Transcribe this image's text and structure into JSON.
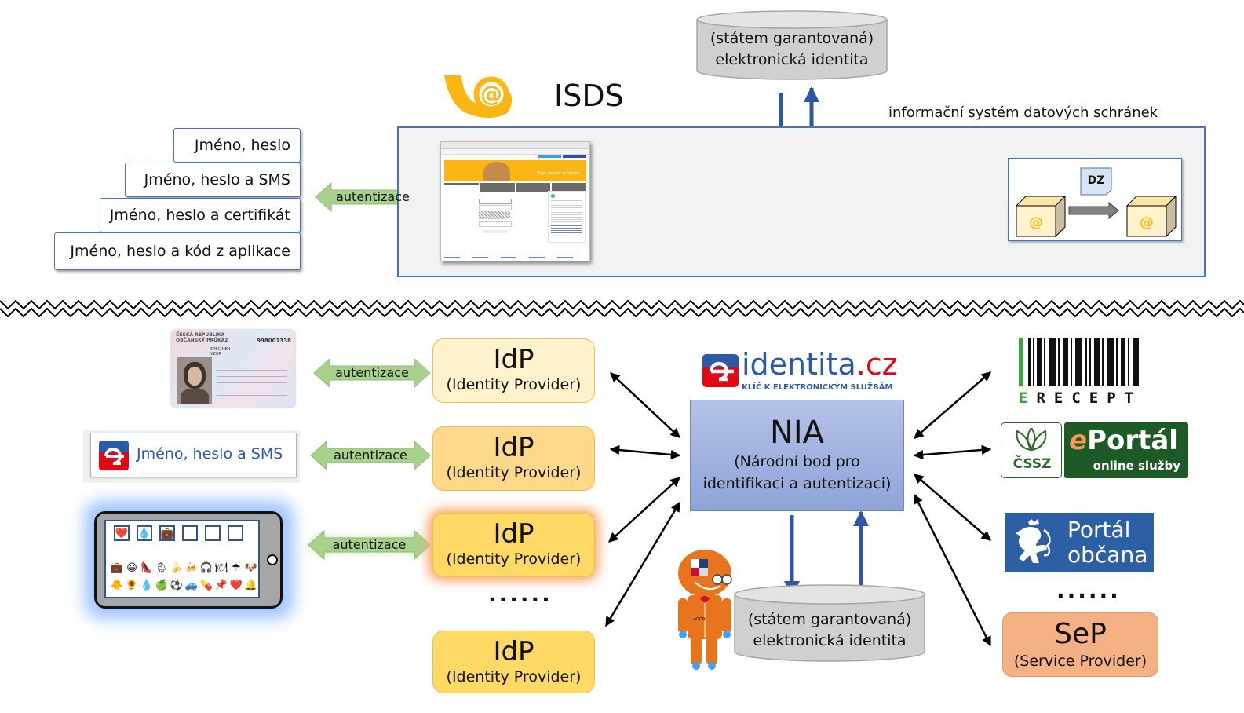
{
  "top": {
    "identity_db": {
      "line1": "(státem garantovaná)",
      "line2": "elektronická identita"
    },
    "isds": {
      "title": "ISDS",
      "label": "informační systém datových schránek",
      "message_label": "DZ",
      "screenshot": {
        "banner_text": "Moje datová schránka",
        "tabs": [
          "Přihlášení jménem a heslem",
          "Přihlášení certifikátem",
          "Přihlášení pomocí SMS",
          "Přihlášení bezpečnostním kódem"
        ],
        "captcha": "0611",
        "login_button": "Přihlásit se"
      }
    },
    "auth_methods": [
      "Jméno, heslo",
      "Jméno, heslo a SMS",
      "Jméno, heslo a certifikát",
      "Jméno, heslo a kód z aplikace"
    ],
    "auth_arrow_label": "autentizace"
  },
  "bottom": {
    "id_card": {
      "line1": "ČESKÁ REPUBLIKA",
      "line2": "OBČANSKÝ PRŮKAZ",
      "number": "998001338",
      "surname": "SPECIMEN",
      "given": "VZOR"
    },
    "eidentita_button": "Jméno, heslo a SMS",
    "auth_arrow_label": "autentizace",
    "idps": [
      {
        "title": "IdP",
        "subtitle": "(Identity Provider)",
        "color": "#fff2cc"
      },
      {
        "title": "IdP",
        "subtitle": "(Identity Provider)",
        "color": "#ffd98a"
      },
      {
        "title": "IdP",
        "subtitle": "(Identity Provider)",
        "color": "#ffd966"
      },
      {
        "title": "IdP",
        "subtitle": "(Identity Provider)",
        "color": "#ffd966"
      }
    ],
    "idp_ellipsis": "......",
    "eidentita_logo": {
      "brand": "identita",
      "tld": ".cz",
      "tagline": "KLÍČ K ELEKTRONICKÝM SLUŽBÁM"
    },
    "nia": {
      "title": "NIA",
      "line1": "(Národní bod pro",
      "line2": "identifikaci a autentizaci)"
    },
    "identity_db": {
      "line1": "(státem garantovaná)",
      "line2": "elektronická identita"
    },
    "services": {
      "erecept": "ERECEPT",
      "cssz": {
        "abbr": "ČSSZ",
        "portal": "Portál",
        "portal_e": "e",
        "sub": "online služby"
      },
      "portal_obcana": {
        "line1": "Portál",
        "line2": "občana"
      },
      "ellipsis": "......",
      "sep": {
        "title": "SeP",
        "subtitle": "(Service Provider)"
      }
    },
    "phone": {
      "selected": [
        "❤️",
        "💧",
        "💼",
        "",
        "",
        ""
      ],
      "row1": [
        "💼",
        "😀",
        "👠",
        "🌦",
        "🍌",
        "🍻",
        "🎧",
        "🍽",
        "☂",
        "🐶"
      ],
      "row2": [
        "🐥",
        "🌻",
        "💧",
        "🍏",
        "⚽",
        "🚙",
        "💊",
        "📌",
        "❤️",
        "🔔"
      ]
    },
    "mascot_label": "eGON"
  }
}
